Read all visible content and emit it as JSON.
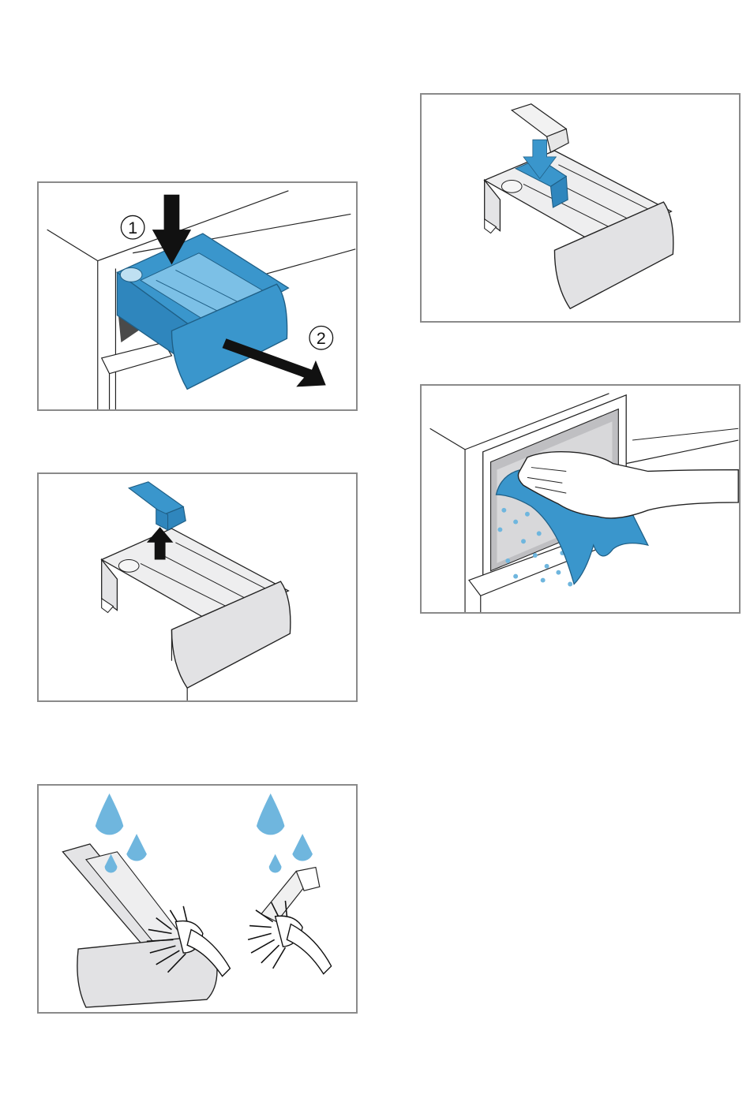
{
  "figures": [
    {
      "id": "remove-drawer",
      "step_labels": [
        "1",
        "2"
      ]
    },
    {
      "id": "remove-insert"
    },
    {
      "id": "clean-with-brush"
    },
    {
      "id": "reinsert-insert"
    },
    {
      "id": "wipe-drawer-housing"
    }
  ],
  "colors": {
    "accent_blue": "#3a96cc",
    "water_blue": "#6fb6de",
    "drawer_grey": "#e4e4e6",
    "frame_grey": "#8a8a8a"
  }
}
